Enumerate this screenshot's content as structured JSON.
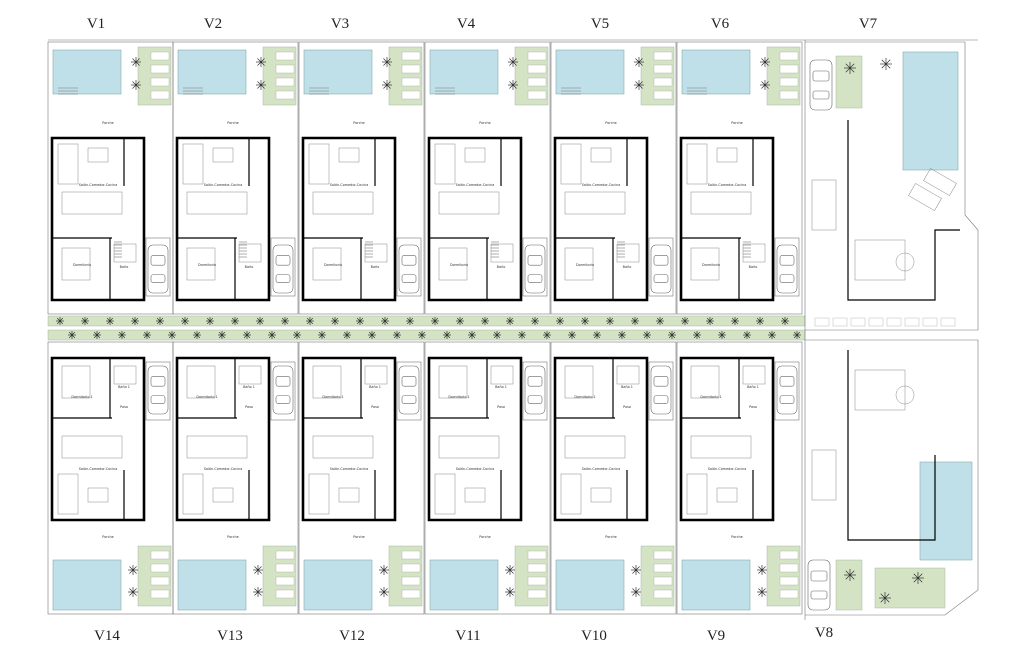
{
  "plan": {
    "top_villas": [
      "V1",
      "V2",
      "V3",
      "V4",
      "V5",
      "V6",
      "V7"
    ],
    "bottom_villas": [
      "V14",
      "V13",
      "V12",
      "V11",
      "V10",
      "V9",
      "V8"
    ],
    "top_room_labels": {
      "porch": "Porche",
      "living": "Salón-Comedor-Cocina",
      "bath": "Baño",
      "bedroom": "Dormitorio"
    },
    "bottom_room_labels": {
      "bedroom": "Dormitorio 1",
      "bath": "Baño 1",
      "hall": "Paso",
      "living": "Salón-Comedor-Cocina",
      "porch": "Porche"
    }
  },
  "colors": {
    "pool": "#bfe0e8",
    "garden": "#d3e3c4",
    "wall": "#000000"
  }
}
